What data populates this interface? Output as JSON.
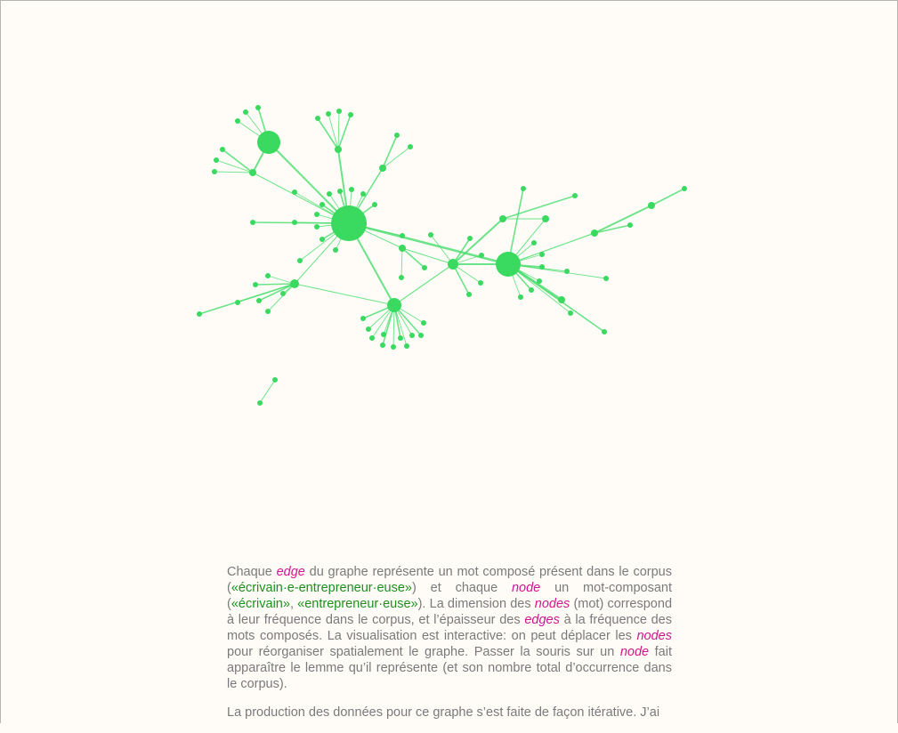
{
  "graph": {
    "node_color": "#3ad960",
    "edge_color": "#47dd6d",
    "nodes": [
      {
        "id": "h1"
      },
      {
        "id": "h2"
      },
      {
        "id": "h3"
      },
      {
        "id": "h4"
      },
      {
        "id": "h5"
      },
      {
        "id": "h6"
      },
      {
        "id": "h7"
      }
    ]
  },
  "paragraph1": {
    "t1": "Chaque ",
    "k1": "edge",
    "t2": " du graphe représente un mot composé présent dans le corpus (",
    "e1": "«écrivain·e-entrepreneur·euse»",
    "t3": ") et chaque ",
    "k2": "node",
    "t4": " un mot-composant (",
    "e2": "«écrivain»",
    "t5": ", ",
    "e3": "«entrepreneur·euse»",
    "t6": "). La dimension des ",
    "k3": "nodes",
    "t7": " (mot) correspond à leur fréquence dans le corpus, et l’épaisseur des ",
    "k4": "edges",
    "t8": " à la fréquence des mots composés. La visualisation est interactive: on peut déplacer les ",
    "k5": "nodes",
    "t9": " pour réorganiser spatialement le graphe. Passer la souris sur un ",
    "k6": "node",
    "t10": " fait apparaître le lemme qu’il représente (et son nombre total d’occurrence dans le corpus)."
  },
  "paragraph2": {
    "text": "La production des données pour ce graphe s’est faite de façon itérative. J’ai"
  }
}
